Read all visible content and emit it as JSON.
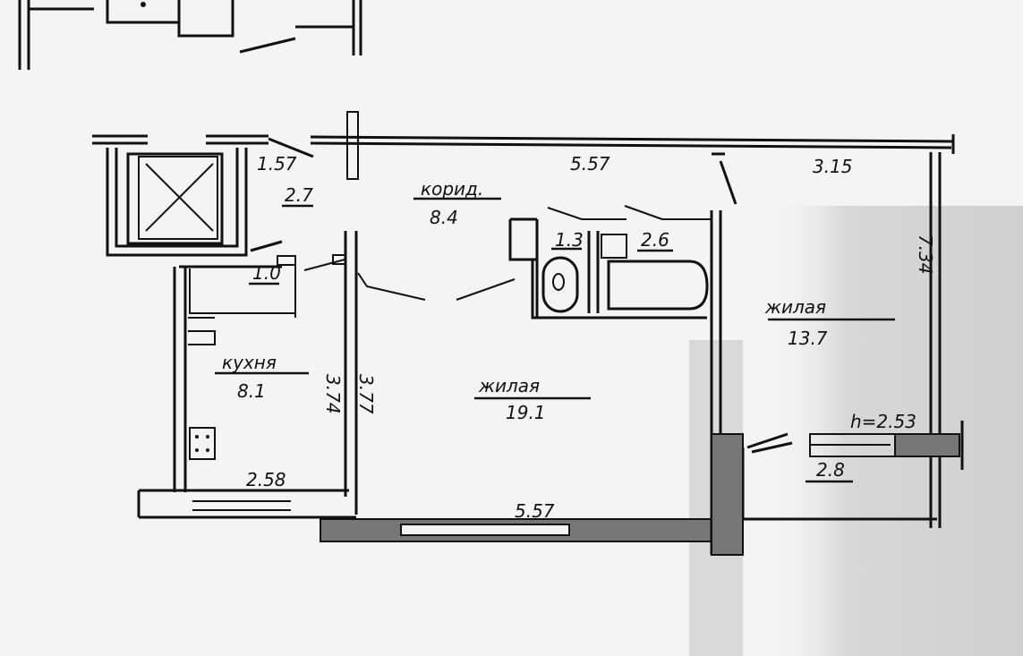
{
  "plan": {
    "dims": {
      "corridor_width": "1.57",
      "top_center": "5.57",
      "top_right": "3.15",
      "right_height": "7.34",
      "kitchen_height_outer": "3.74",
      "kitchen_height_inner": "3.77",
      "kitchen_width": "2.58",
      "bottom_center": "5.57",
      "ceiling_height": "h=2.53"
    },
    "rooms": {
      "vestibule_area": "2.7",
      "corridor_label": "корид.",
      "corridor_area": "8.4",
      "wc_area": "1.3",
      "bath_area": "2.6",
      "closet_area": "1.0",
      "kitchen_label": "кухня",
      "kitchen_area": "8.1",
      "living_large_label": "жилая",
      "living_large_area": "19.1",
      "living_small_label": "жилая",
      "living_small_area": "13.7",
      "balcony_area": "2.8"
    }
  }
}
